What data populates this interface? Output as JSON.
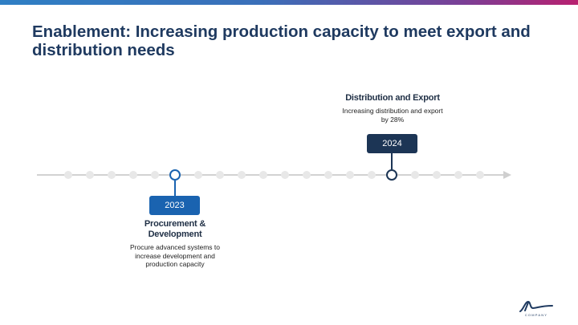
{
  "slide": {
    "title": "Enablement: Increasing production capacity to meet export and distribution needs"
  },
  "milestones": [
    {
      "year": "2023",
      "title": "Procurement & Development",
      "description": "Procure advanced systems to increase development and production capacity",
      "color": "#1a63b0",
      "position": "below"
    },
    {
      "year": "2024",
      "title": "Distribution and Export",
      "description": "Increasing distribution and export by 28%",
      "color": "#1c3555",
      "position": "above"
    }
  ],
  "logo": {
    "text": "COMPANY",
    "color": "#1f3a60"
  },
  "colors": {
    "title": "#1f3a60",
    "timeline": "#d2d2d2",
    "dot": "#e8e8e8"
  }
}
